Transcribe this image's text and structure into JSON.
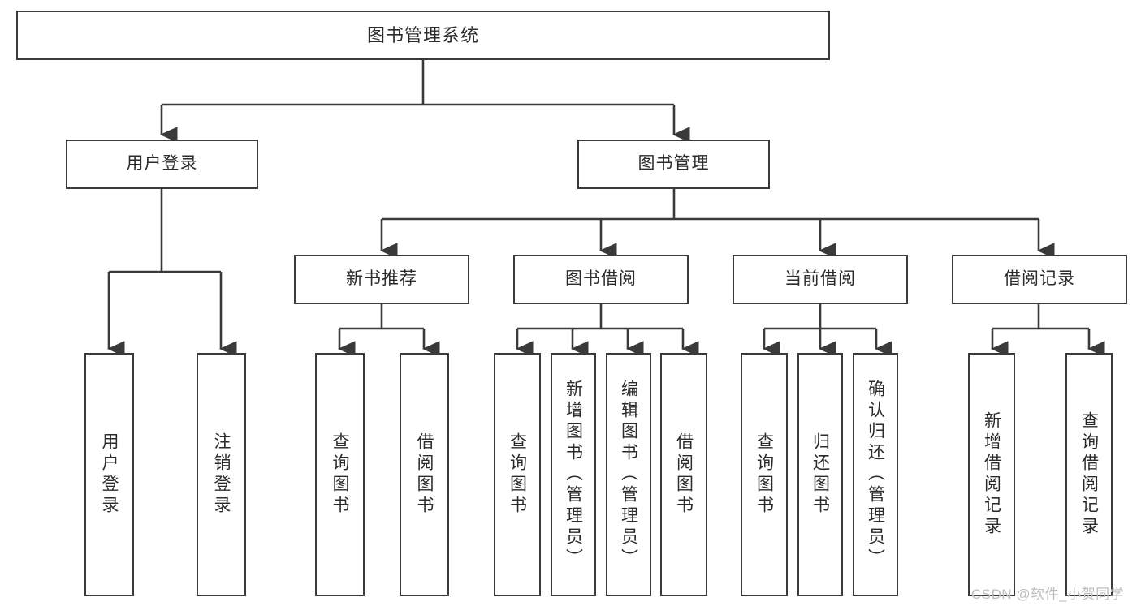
{
  "diagram": {
    "title": "图书管理系统",
    "type": "tree-hierarchy-diagram",
    "root": {
      "id": "root",
      "label": "图书管理系统"
    },
    "level1": [
      {
        "id": "user-login",
        "label": "用户登录"
      },
      {
        "id": "book-manage",
        "label": "图书管理"
      }
    ],
    "level2": [
      {
        "id": "new-book-recommend",
        "label": "新书推荐"
      },
      {
        "id": "book-borrow",
        "label": "图书借阅"
      },
      {
        "id": "current-borrow",
        "label": "当前借阅"
      },
      {
        "id": "borrow-record",
        "label": "借阅记录"
      }
    ],
    "leaves": [
      {
        "id": "leaf-user-login",
        "label": "用户登录"
      },
      {
        "id": "leaf-user-logout",
        "label": "注销登录"
      },
      {
        "id": "leaf-query-book-1",
        "label": "查询图书"
      },
      {
        "id": "leaf-borrow-book-1",
        "label": "借阅图书"
      },
      {
        "id": "leaf-query-book-2",
        "label": "查询图书"
      },
      {
        "id": "leaf-add-book",
        "label": "新增图书（管理员）"
      },
      {
        "id": "leaf-edit-book",
        "label": "编辑图书（管理员）"
      },
      {
        "id": "leaf-borrow-book-2",
        "label": "借阅图书"
      },
      {
        "id": "leaf-query-book-3",
        "label": "查询图书"
      },
      {
        "id": "leaf-return-book",
        "label": "归还图书"
      },
      {
        "id": "leaf-confirm-return",
        "label": "确认归还（管理员）"
      },
      {
        "id": "leaf-add-record",
        "label": "新增借阅记录"
      },
      {
        "id": "leaf-query-record",
        "label": "查询借阅记录"
      }
    ],
    "colors": {
      "box_border": "#3a3a3a",
      "box_fill": "#ffffff",
      "connector": "#3a3a3a",
      "text": "#2b2b2b",
      "watermark": "#bdbdbd",
      "background": "#ffffff"
    }
  },
  "watermark": {
    "text": "CSDN @软件_小贺同学"
  }
}
